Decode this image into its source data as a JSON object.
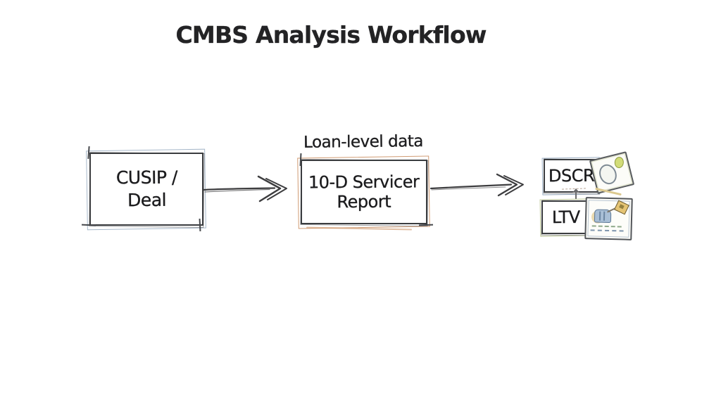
{
  "title": "CMBS Analysis Workflow",
  "workflow": {
    "input_node": {
      "line1": "CUSIP /",
      "line2": "Deal"
    },
    "annotation": "Loan-level data",
    "report_node": {
      "line1": "10-D Servicer",
      "line2": "Report"
    },
    "metric_nodes": {
      "dscr": "DSCR",
      "ltv": "LTV"
    }
  },
  "icons": {
    "arrow_1": "right-arrow-icon",
    "arrow_2": "right-arrow-icon",
    "dscr_icon": "gauge-card-icon",
    "ltv_icon": "house-price-tag-card-icon",
    "connector": "up-tick-connector-icon"
  },
  "colors": {
    "ink": "#3a3c3f",
    "text": "#1b1b1d",
    "blue_accent": "#8aa0b8",
    "orange_accent": "#c88a5a",
    "green_accent": "#b0bc82",
    "tan_accent": "#dcc98f",
    "icon_blue_fill": "#a9bfd6",
    "icon_orange_fill": "#e5c473",
    "icon_green_fill": "#d2dc78",
    "background": "#ffffff"
  }
}
